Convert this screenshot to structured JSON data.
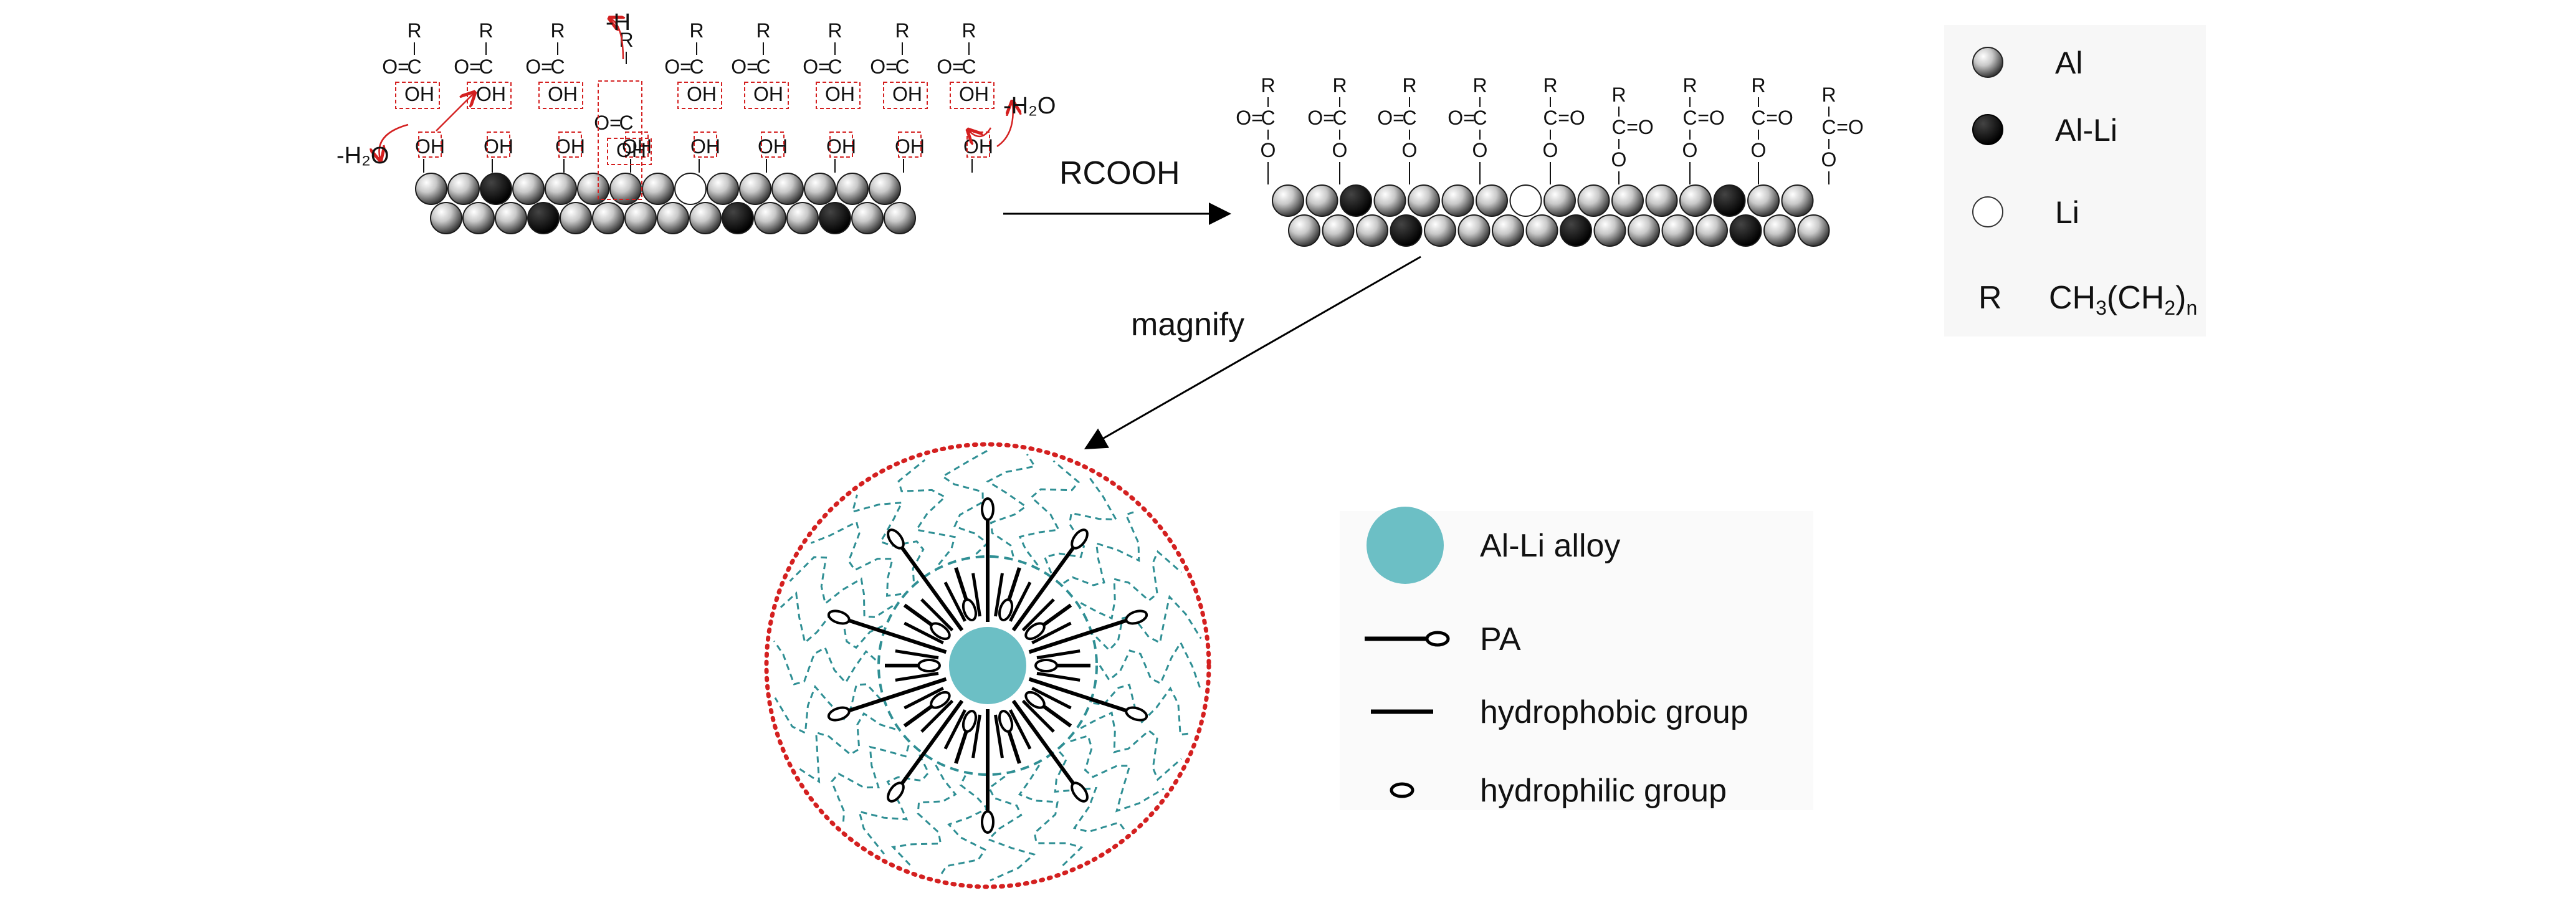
{
  "reaction": {
    "reagent_label": "RCOOH",
    "magnify_label": "magnify",
    "left_labels": {
      "water_left": "-H₂O",
      "water_right": "-H₂O",
      "hydrogen": "-H"
    }
  },
  "chem": {
    "R": "R",
    "C": "C",
    "O": "O",
    "oxo": "O=",
    "eq": "=O",
    "OH": "OH"
  },
  "legend_top": {
    "items": [
      {
        "label": "Al",
        "kind": "gray-sphere"
      },
      {
        "label": "Al-Li",
        "kind": "black-sphere"
      },
      {
        "label": "Li",
        "kind": "white-sphere"
      }
    ],
    "r_key": "R",
    "r_value_main": "CH",
    "r_value_sub1": "3",
    "r_value_mid": "(CH",
    "r_value_sub2": "2",
    "r_value_close": ")",
    "r_value_sub3": "n"
  },
  "legend_bottom": {
    "items": [
      {
        "label": "Al-Li alloy",
        "kind": "teal-disc"
      },
      {
        "label": "PA",
        "kind": "pa"
      },
      {
        "label": "hydrophobic group",
        "kind": "line"
      },
      {
        "label": "hydrophilic group",
        "kind": "ellipse"
      }
    ]
  },
  "colors": {
    "teal": "#6cbfc5",
    "dash_teal": "#2f8f94",
    "red": "#d42020",
    "black": "#000000",
    "gray_sphere": "#b5b5b5"
  }
}
